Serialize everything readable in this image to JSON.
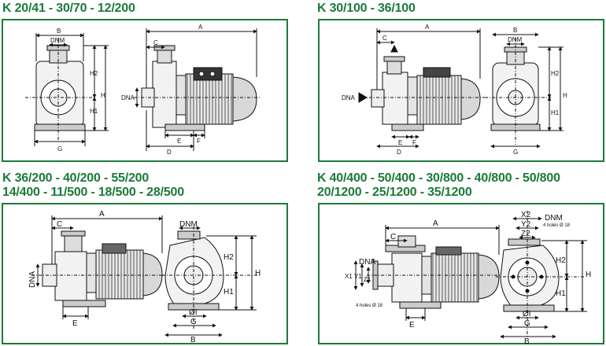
{
  "sections": [
    {
      "title_line1": "K 20/41 - 30/70 - 12/200",
      "title_line2": ""
    },
    {
      "title_line1": "K 30/100 - 36/100",
      "title_line2": ""
    },
    {
      "title_line1": "K 36/200 - 40/200 - 55/200",
      "title_line2": "14/400 - 11/500 - 18/500 - 28/500"
    },
    {
      "title_line1": "K 40/400 - 50/400 - 30/800 - 40/800 - 50/800",
      "title_line2": "20/1200 - 25/1200 - 35/1200"
    }
  ],
  "labels": {
    "A": "A",
    "B": "B",
    "C": "C",
    "D": "D",
    "E": "E",
    "F": "F",
    "G": "G",
    "H": "H",
    "H1": "H1",
    "H2": "H2",
    "DNA": "DNA",
    "DNM": "DNM",
    "I": "I",
    "I_diam": "ØI",
    "X1": "X1",
    "X2": "X2",
    "Y1": "Y1",
    "Y2": "Y2",
    "Z1": "Z1",
    "Z2": "Z2",
    "holes": "4 holes Ø 18"
  },
  "colors": {
    "accent": "#1c7a3a",
    "line": "#111111"
  }
}
